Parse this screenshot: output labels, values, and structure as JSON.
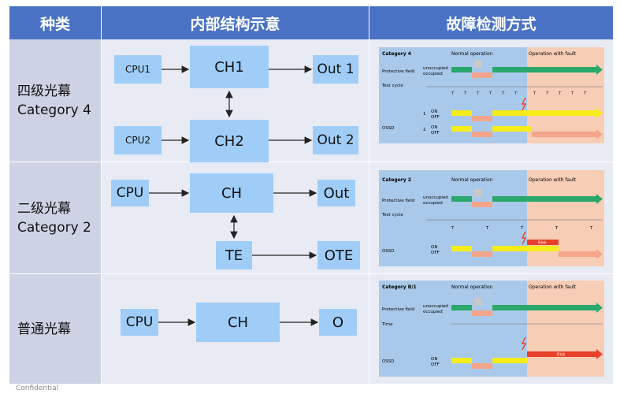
{
  "headers": [
    "种类",
    "内部结构示意",
    "故障检测方式"
  ],
  "rows": [
    {
      "label_cn": "四级光幕",
      "label_en": "Category 4",
      "boxes": {
        "cpu1": "CPU1",
        "cpu2": "CPU2",
        "ch1": "CH1",
        "ch2": "CH2",
        "out1": "Out 1",
        "out2": "Out 2"
      }
    },
    {
      "label_cn": "二级光幕",
      "label_en": "Category 2",
      "boxes": {
        "cpu": "CPU",
        "ch": "CH",
        "out": "Out",
        "te": "TE",
        "ote": "OTE"
      }
    },
    {
      "label_cn": "普通光幕",
      "label_en": "",
      "boxes": {
        "cpu": "CPU",
        "ch": "CH",
        "o": "O"
      }
    }
  ],
  "timing": [
    {
      "title": "Category 4",
      "normal": "Normal operation",
      "fault": "Operation with fault",
      "protective": "Protective field",
      "unoccupied": "unoccupied",
      "occupied": "occupied",
      "test_cycle": "Test cycle",
      "tick": "T",
      "ossd": "OSSD",
      "ch1": "1",
      "ch2": "2",
      "on": "ON",
      "off": "OFF"
    },
    {
      "title": "Category 2",
      "normal": "Normal operation",
      "fault": "Operation with fault",
      "protective": "Protective field",
      "unoccupied": "unoccupied",
      "occupied": "occupied",
      "test_cycle": "Test cycle",
      "tick": "T",
      "ossd": "OSSD",
      "on": "ON",
      "off": "OFF",
      "risk": "Risk"
    },
    {
      "title": "Category B/1",
      "normal": "Normal operation",
      "fault": "Operation with fault",
      "protective": "Protective field",
      "unoccupied": "unoccupied",
      "occupied": "occupied",
      "time": "Time",
      "ossd": "OSSD",
      "on": "ON",
      "off": "OFF",
      "risk": "Risk"
    }
  ],
  "footer": "Confidential",
  "colors": {
    "header": "#4a72c4",
    "box": "#9fcdf7",
    "green": "#2aa76a",
    "yellow": "#f5ec1a",
    "salmon": "#f4a58a",
    "red": "#e8402a"
  }
}
